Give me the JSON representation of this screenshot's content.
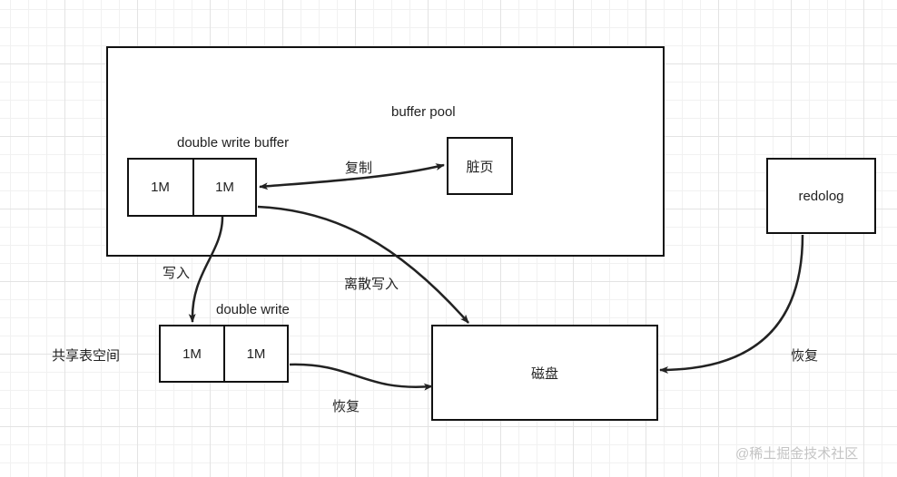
{
  "buffer_pool": {
    "label": "buffer pool"
  },
  "double_write_buffer": {
    "label": "double write buffer",
    "cells": [
      "1M",
      "1M"
    ]
  },
  "dirty_page": {
    "label": "脏页"
  },
  "copy_label": "复制",
  "write_label": "写入",
  "scatter_write_label": "离散写入",
  "double_write": {
    "label": "double write",
    "cells": [
      "1M",
      "1M"
    ]
  },
  "shared_tablespace_label": "共享表空间",
  "disk": {
    "label": "磁盘"
  },
  "redolog": {
    "label": "redolog"
  },
  "recover_label_left": "恢复",
  "recover_label_right": "恢复",
  "watermark": "@稀土掘金技术社区",
  "colors": {
    "stroke": "#222222",
    "watermark": "#c4c4c4"
  }
}
